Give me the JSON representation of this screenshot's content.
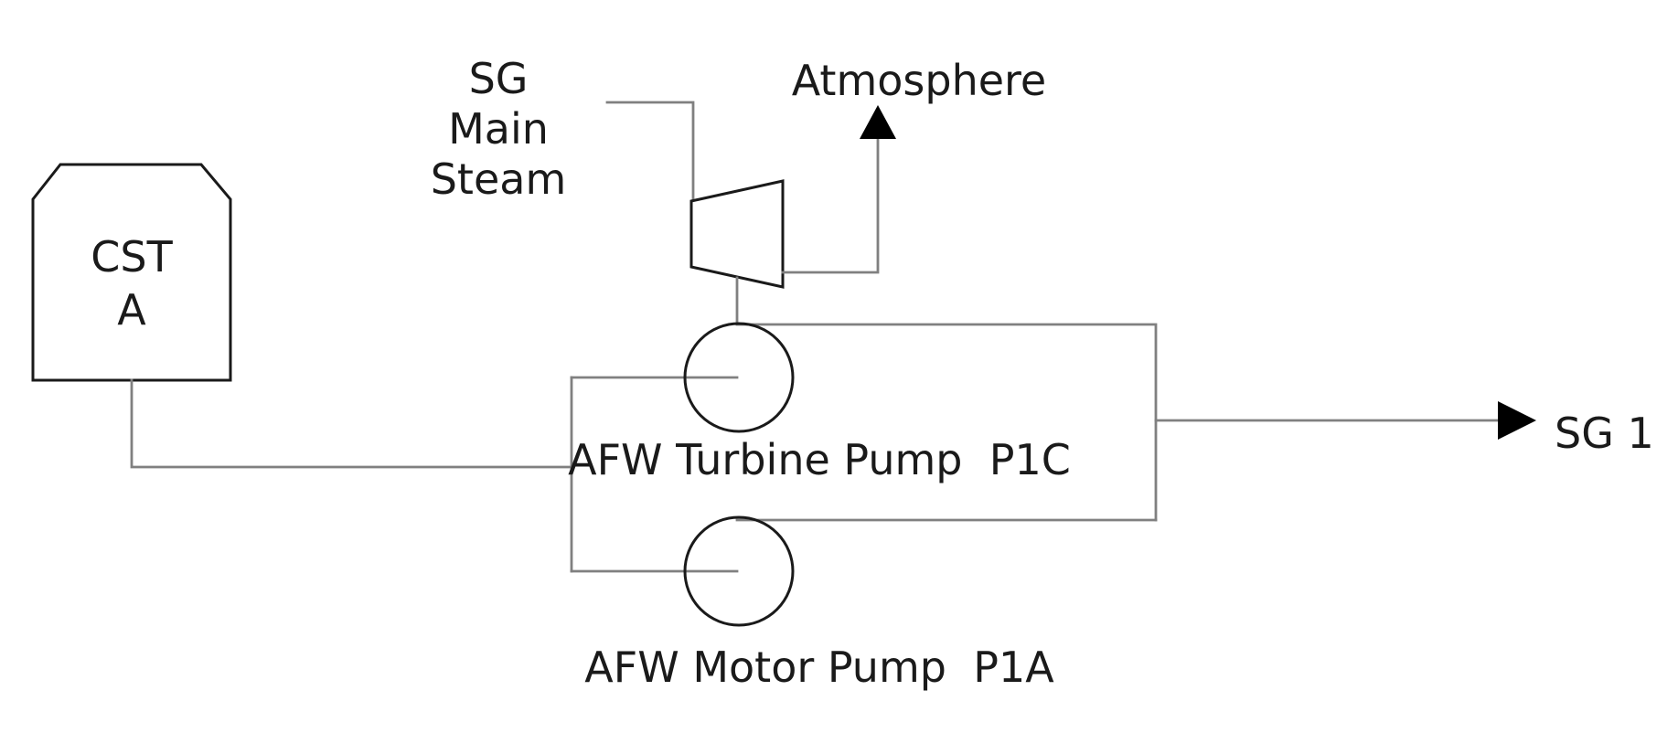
{
  "tank": {
    "lines": [
      "CST",
      "A"
    ]
  },
  "steam_source": {
    "lines": [
      "SG",
      "Main",
      "Steam"
    ]
  },
  "exhaust": {
    "label": "Atmosphere"
  },
  "turbine_pump": {
    "label": "AFW Turbine Pump  P1C"
  },
  "motor_pump": {
    "label": "AFW Motor Pump  P1A"
  },
  "destination": {
    "label": "SG 1"
  }
}
